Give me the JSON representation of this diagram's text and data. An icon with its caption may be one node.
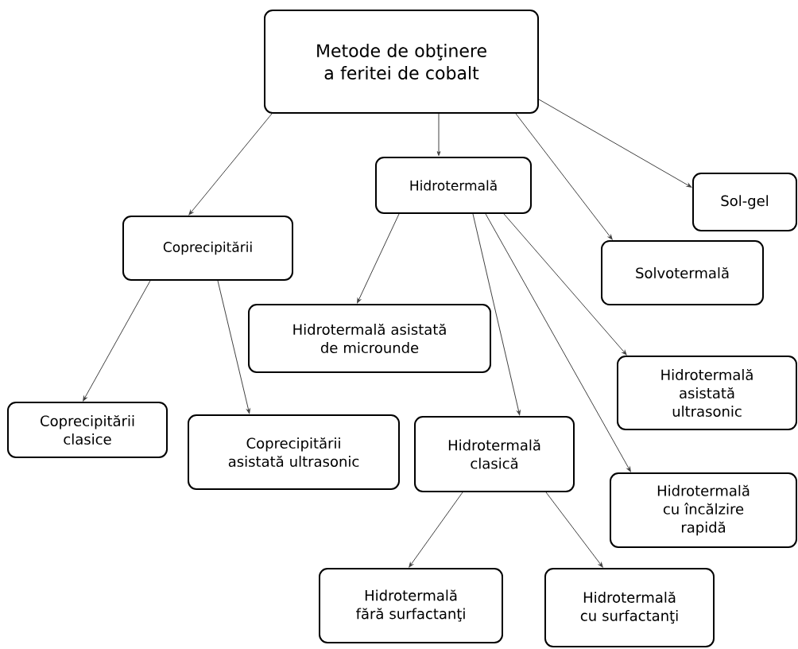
{
  "diagram": {
    "nodes": [
      {
        "text": [
          "Metode de obţinere a feritei de cobalt"
        ]
      },
      {
        "text": [
          "Hidrotermală"
        ]
      },
      {
        "text": [
          "Sol-gel"
        ]
      },
      {
        "text": [
          "Coprecipitării"
        ]
      },
      {
        "text": [
          "Solvotermală"
        ]
      },
      {
        "text": [
          "Hidrotermală asistată de microunde"
        ]
      },
      {
        "text": [
          "Hidrotermală asistată ultrasonic"
        ]
      },
      {
        "text": [
          "Coprecipitării clasice"
        ]
      },
      {
        "text": [
          "Coprecipitării asistată ultrasonic"
        ]
      },
      {
        "text": [
          "Hidrotermală clasică"
        ]
      },
      {
        "text": [
          "Hidrotermală cu încălzire rapidă"
        ]
      },
      {
        "text": [
          "Hidrotermală fără surfactanţi"
        ]
      },
      {
        "text": [
          "Hidrotermală cu surfactanţi"
        ]
      }
    ],
    "edges": [
      {
        "from": 0,
        "to": 3,
        "arrow": "to"
      },
      {
        "from": 0,
        "to": 1,
        "arrow": "to"
      },
      {
        "from": 0,
        "to": 4,
        "arrow": "to"
      },
      {
        "from": 0,
        "to": 2,
        "arrow": "to"
      },
      {
        "from": 1,
        "to": 5,
        "arrow": "to"
      },
      {
        "from": 1,
        "to": 9,
        "arrow": "to"
      },
      {
        "from": 1,
        "to": 10,
        "arrow": "to"
      },
      {
        "from": 1,
        "to": 6,
        "arrow": "to"
      },
      {
        "from": 3,
        "to": 7,
        "arrow": "to"
      },
      {
        "from": 3,
        "to": 8,
        "arrow": "to"
      },
      {
        "from": 9,
        "to": 11,
        "arrow": "to"
      },
      {
        "from": 9,
        "to": 12,
        "arrow": "to"
      }
    ]
  }
}
